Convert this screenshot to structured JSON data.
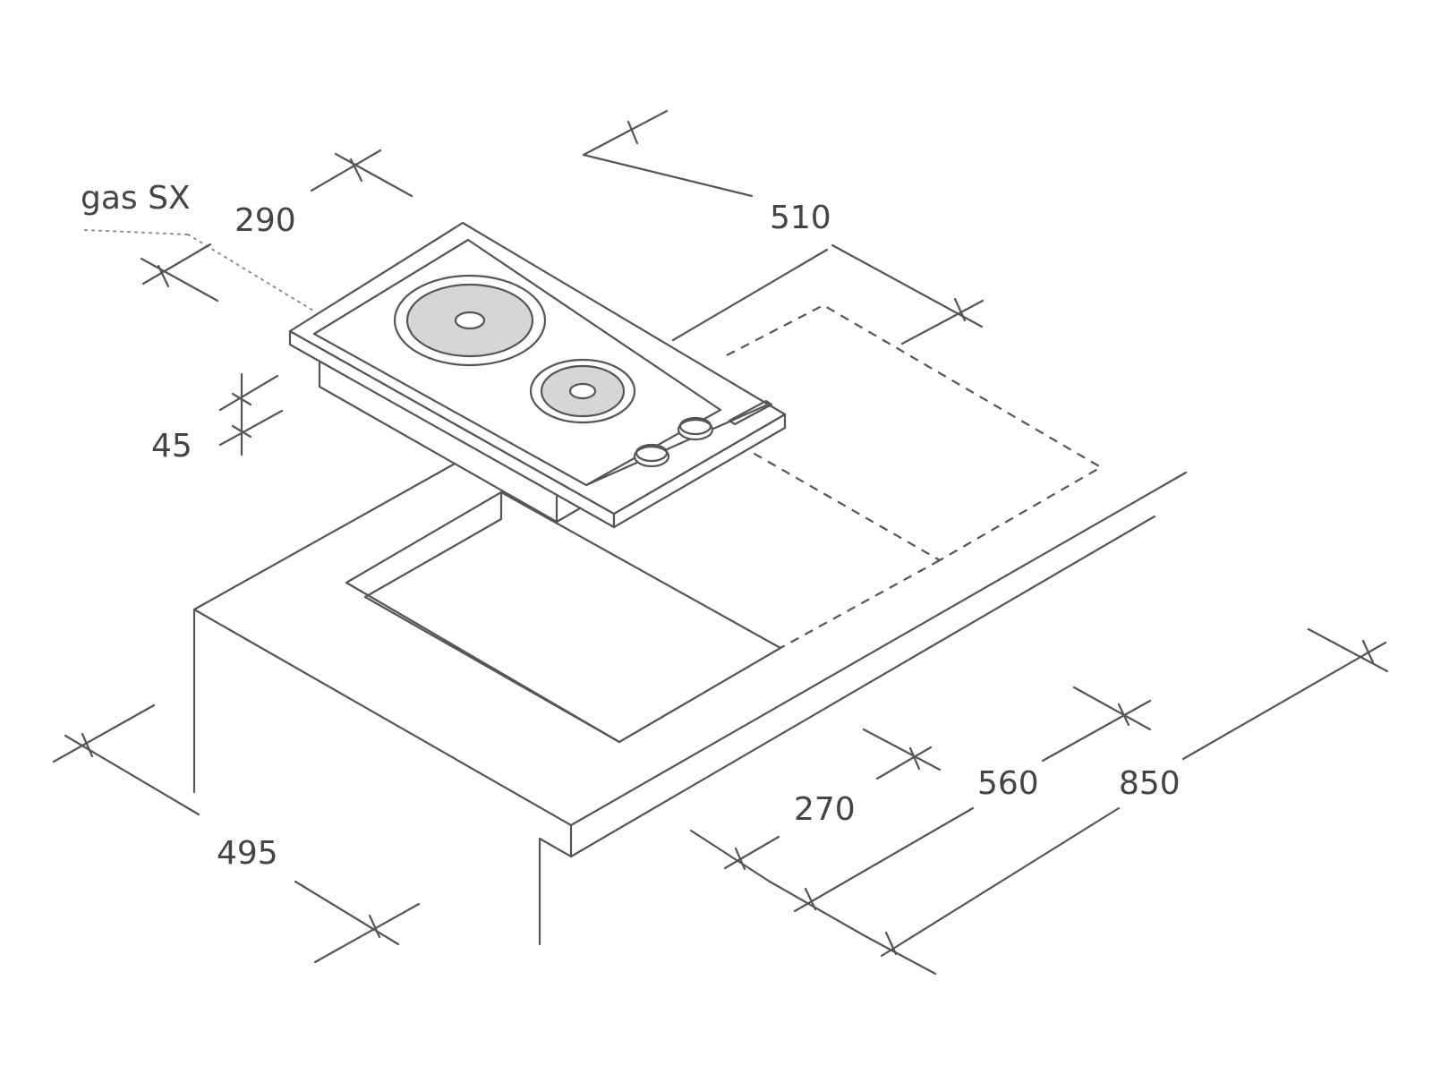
{
  "diagram": {
    "model_label": "gas SX",
    "dimensions": {
      "hob_depth": "290",
      "hob_width": "510",
      "hob_height": "45",
      "cutout_depth": "495",
      "cutout_width": "270",
      "cabinet_560": "560",
      "cabinet_850": "850"
    }
  }
}
